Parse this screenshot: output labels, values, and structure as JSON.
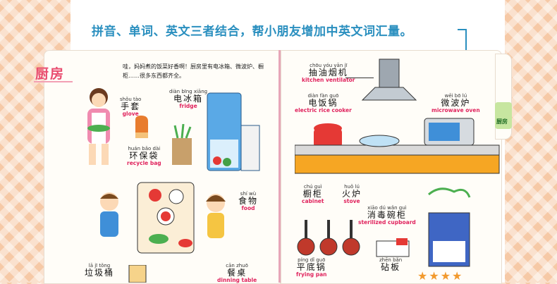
{
  "headline": "拼音、单词、英文三者结合，帮小朋友增加中英文词汇量。",
  "section_title": "厨房",
  "intro": "哇，妈妈煮的饭菜好香啊！厨房里有电冰箱、微波炉、橱柜……很多东西都齐全。",
  "side_tab": "厨房",
  "vocab": [
    {
      "id": "glove",
      "pinyin": "shǒu tào",
      "hanzi": "手套",
      "english": "glove"
    },
    {
      "id": "fridge",
      "pinyin": "diàn bīng xiāng",
      "hanzi": "电冰箱",
      "english": "fridge"
    },
    {
      "id": "recycle-bag",
      "pinyin": "huán bǎo dài",
      "hanzi": "环保袋",
      "english": "recycle bag"
    },
    {
      "id": "food",
      "pinyin": "shí wù",
      "hanzi": "食物",
      "english": "food"
    },
    {
      "id": "trash-can",
      "pinyin": "lā jī tǒng",
      "hanzi": "垃圾桶",
      "english": ""
    },
    {
      "id": "dining-table",
      "pinyin": "cān zhuō",
      "hanzi": "餐桌",
      "english": "dinning table"
    },
    {
      "id": "kitchen-ventilator",
      "pinyin": "chōu yóu yān jī",
      "hanzi": "抽油烟机",
      "english": "kitchen ventilator"
    },
    {
      "id": "rice-cooker",
      "pinyin": "diàn fàn guō",
      "hanzi": "电饭锅",
      "english": "electric rice cooker"
    },
    {
      "id": "microwave",
      "pinyin": "wēi bō lú",
      "hanzi": "微波炉",
      "english": "microwave oven"
    },
    {
      "id": "cabinet",
      "pinyin": "chú guì",
      "hanzi": "橱柜",
      "english": "cabinet"
    },
    {
      "id": "stove",
      "pinyin": "huǒ lú",
      "hanzi": "火炉",
      "english": "stove"
    },
    {
      "id": "sterilized-cupboard",
      "pinyin": "xiāo dú wǎn guì",
      "hanzi": "消毒碗柜",
      "english": "sterilized cupboard"
    },
    {
      "id": "frying-pan",
      "pinyin": "píng dǐ guō",
      "hanzi": "平底锅",
      "english": "frying pan"
    },
    {
      "id": "chopping-board",
      "pinyin": "zhēn bǎn",
      "hanzi": "砧板",
      "english": ""
    }
  ],
  "colors": {
    "accent": "#2a8fbf",
    "title": "#e94d70",
    "english": "#e0245e",
    "background": "#f6c9a6"
  }
}
